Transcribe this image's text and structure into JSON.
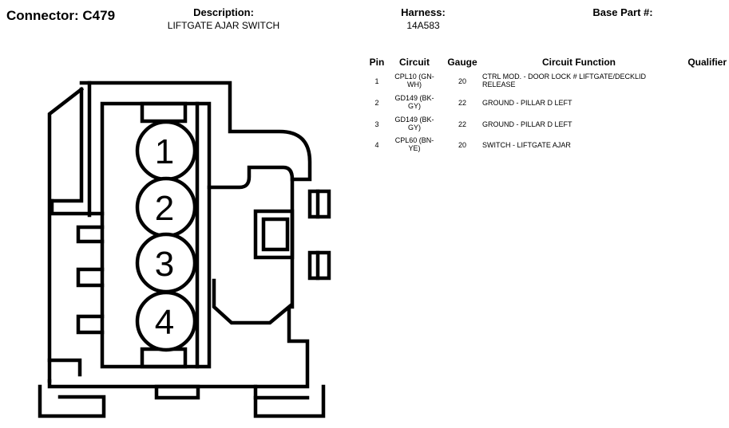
{
  "header": {
    "connector_label": "Connector: C479",
    "description_label": "Description:",
    "description_value": "LIFTGATE AJAR SWITCH",
    "harness_label": "Harness:",
    "harness_value": "14A583",
    "base_part_label": "Base Part #:",
    "base_part_value": ""
  },
  "table": {
    "columns": [
      "Pin",
      "Circuit",
      "Gauge",
      "Circuit Function",
      "Qualifier"
    ],
    "rows": [
      {
        "pin": "1",
        "circuit": "CPL10 (GN-WH)",
        "gauge": "20",
        "function": "CTRL MOD. - DOOR LOCK # LIFTGATE/DECKLID RELEASE",
        "qualifier": ""
      },
      {
        "pin": "2",
        "circuit": "GD149 (BK-GY)",
        "gauge": "22",
        "function": "GROUND - PILLAR D LEFT",
        "qualifier": ""
      },
      {
        "pin": "3",
        "circuit": "GD149 (BK-GY)",
        "gauge": "22",
        "function": "GROUND - PILLAR D LEFT",
        "qualifier": ""
      },
      {
        "pin": "4",
        "circuit": "CPL60 (BN-YE)",
        "gauge": "20",
        "function": "SWITCH - LIFTGATE AJAR",
        "qualifier": ""
      }
    ]
  },
  "diagram": {
    "pin_labels": [
      "1",
      "2",
      "3",
      "4"
    ],
    "stroke_color": "#000000"
  }
}
